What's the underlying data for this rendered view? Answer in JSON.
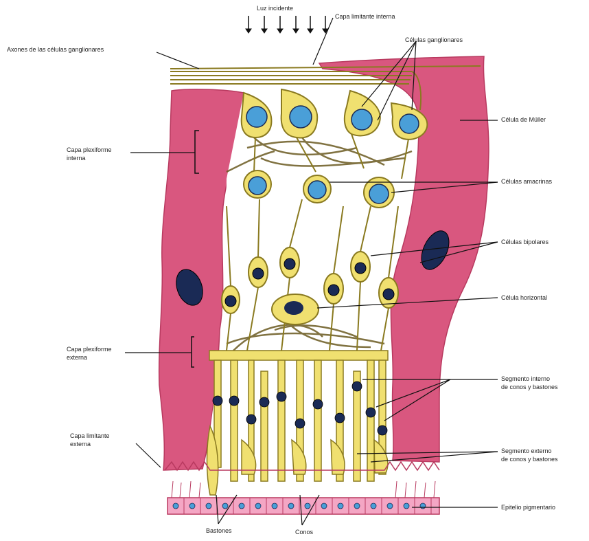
{
  "diagram": {
    "incident_light": "Luz incidente",
    "labels": {
      "inner_limiting": "Capa limitante interna",
      "ganglion_axons": "Axones de las células ganglionares",
      "ganglion_cells": "Células ganglionares",
      "muller_cell": "Célula de Müller",
      "inner_plexiform_1": "Capa plexiforme",
      "inner_plexiform_2": "interna",
      "amacrine_cells": "Células amacrinas",
      "bipolar_cells": "Células bipolares",
      "horizontal_cell": "Célula horizontal",
      "outer_plexiform_1": "Capa plexiforme",
      "outer_plexiform_2": "externa",
      "inner_segment_1": "Segmento interno",
      "inner_segment_2": "de conos y bastones",
      "outer_limiting_1": "Capa limitante",
      "outer_limiting_2": "externa",
      "outer_segment_1": "Segmento externo",
      "outer_segment_2": "de conos y bastones",
      "pigment_epithelium": "Epitelio pigmentario",
      "rods": "Bastones",
      "cones": "Conos"
    },
    "colors": {
      "muller": "#d9577f",
      "muller_dark": "#b8395f",
      "neuron": "#f0e070",
      "neuron_outline": "#8a7a20",
      "nucleus_blue": "#4a9fd8",
      "nucleus_dark": "#1a2a55",
      "pigment": "#f4a6c4",
      "fiber": "#6b5a20"
    }
  }
}
